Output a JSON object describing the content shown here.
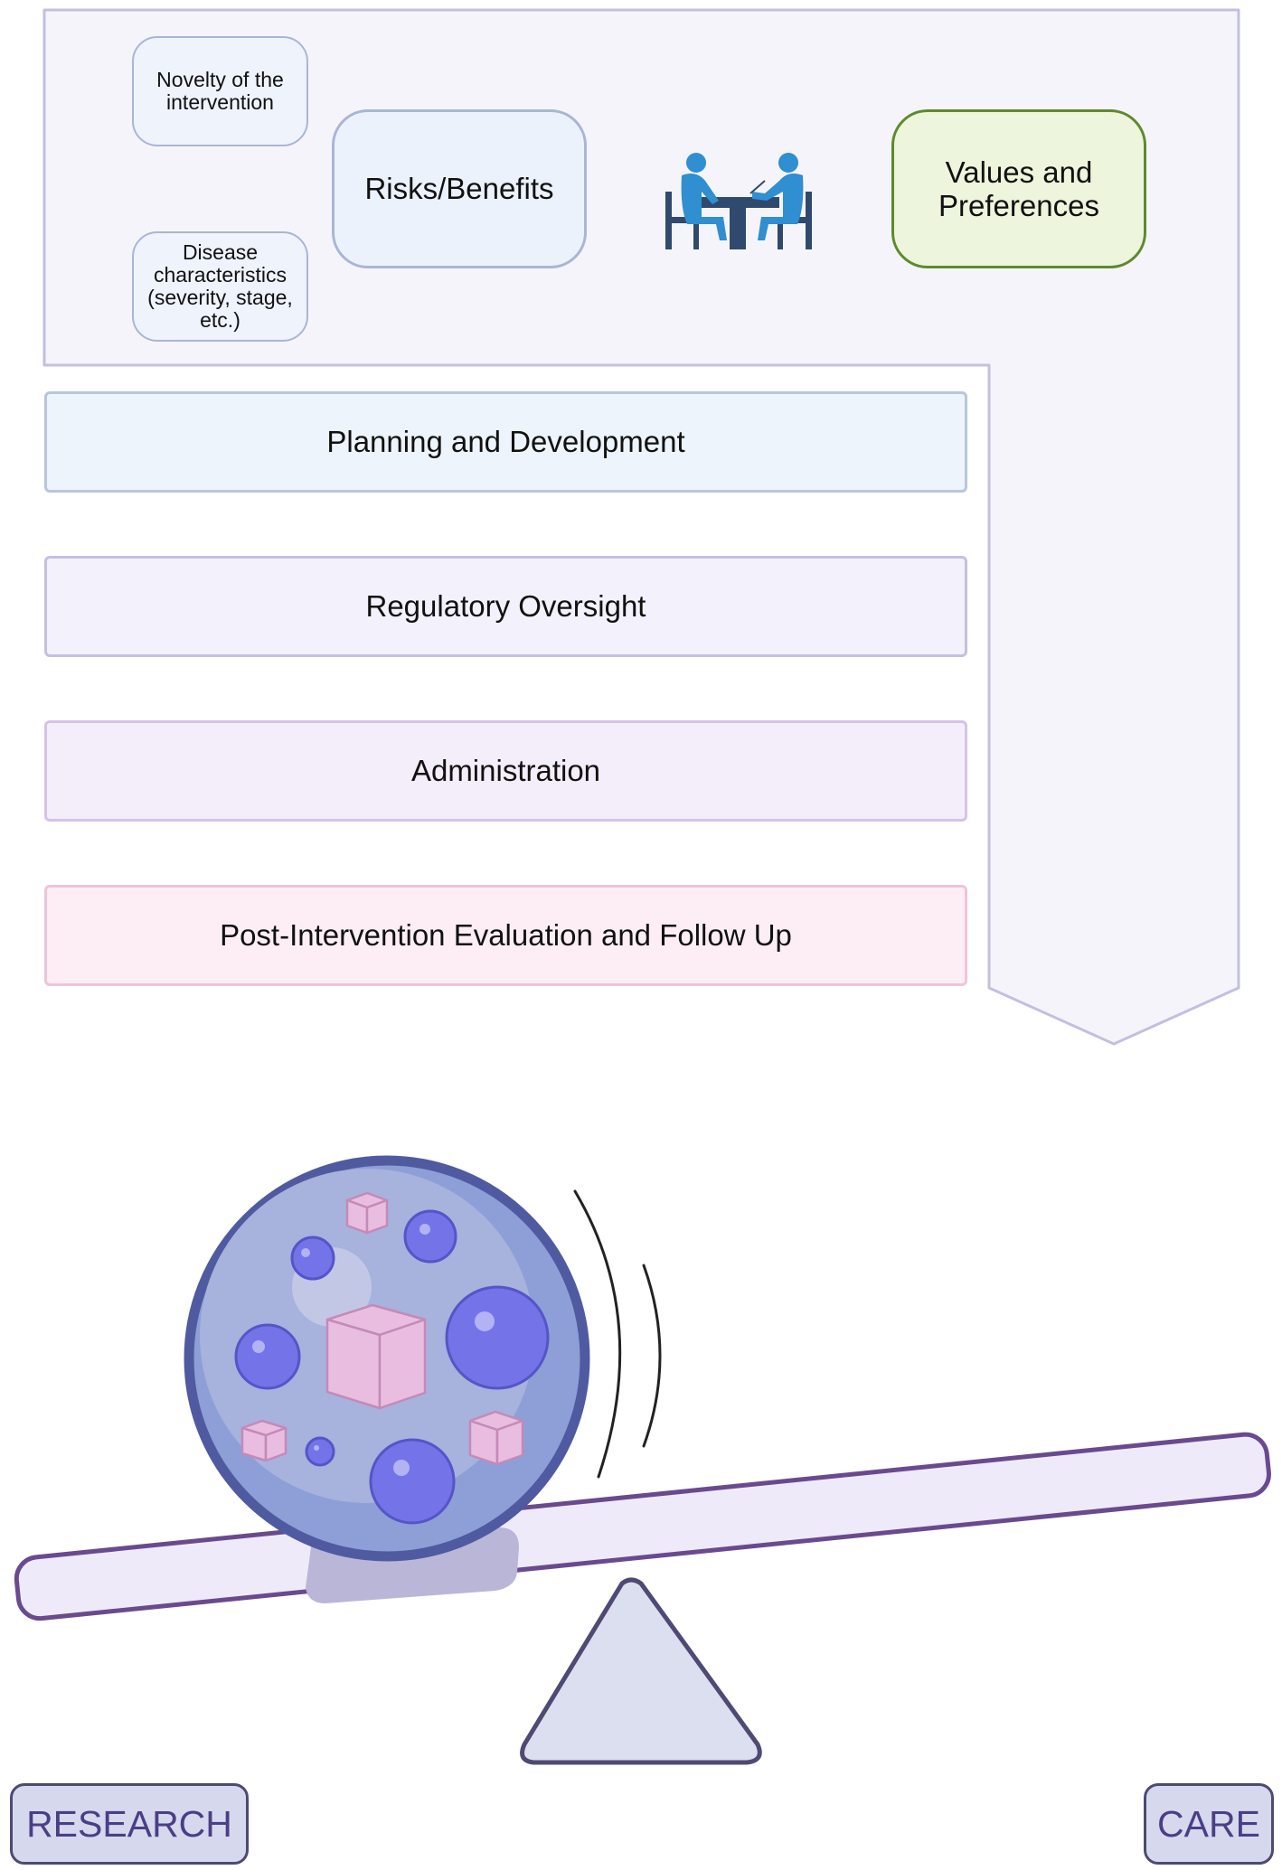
{
  "factors": {
    "novelty": "Novelty of the intervention",
    "disease": "Disease characteristics (severity, stage, etc.)",
    "risks": "Risks/Benefits",
    "values": "Values and Preferences"
  },
  "stages": [
    "Planning and Development",
    "Regulatory Oversight",
    "Administration",
    "Post-Intervention Evaluation and Follow Up"
  ],
  "balance": {
    "left_label": "RESEARCH",
    "right_label": "CARE"
  },
  "colors": {
    "frame_fill": "#f6f4fb",
    "frame_stroke": "#c2c0e0",
    "stage_planning": "#eef4fb",
    "stage_regulatory": "#f3f1fb",
    "stage_administration": "#f3eefa",
    "stage_post": "#fdeef6",
    "beam_stroke": "#6a4a8e",
    "ball_fill": "#8d9fd6",
    "ball_stroke": "#4f5aa0",
    "sphere": "#7474e8",
    "cube": "#e9bde0",
    "people": "#2f8fd0"
  },
  "icons": {
    "meeting": "two-people-at-table-icon",
    "ball": "sphere-with-particles-icon",
    "motion": "motion-lines-icon",
    "fulcrum": "triangle-fulcrum-icon"
  }
}
